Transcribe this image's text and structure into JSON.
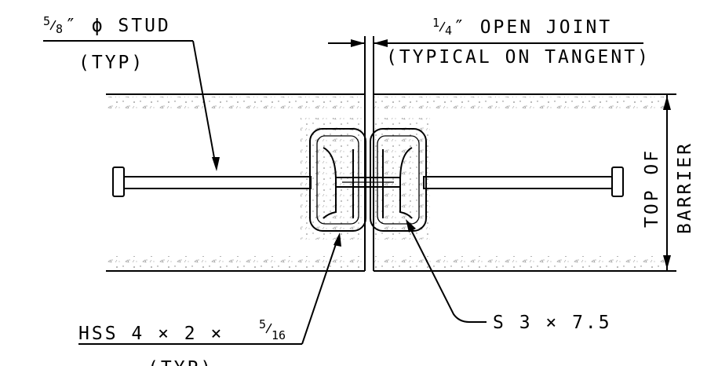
{
  "labels": {
    "stud": {
      "frac_num": "5",
      "frac_den": "8",
      "main": "″ ϕ STUD",
      "typ": "(TYP)"
    },
    "joint": {
      "frac_num": "1",
      "frac_den": "4",
      "main": "″ OPEN JOINT",
      "sub": "(TYPICAL ON TANGENT)"
    },
    "barrier": {
      "line1": "TOP OF",
      "line2": "BARRIER"
    },
    "hss": {
      "main": "HSS 4 × 2 ×",
      "frac_num": "5",
      "frac_den": "16",
      "typ": "(TYP)"
    },
    "s_section": {
      "main": "S 3 × 7.5"
    }
  }
}
